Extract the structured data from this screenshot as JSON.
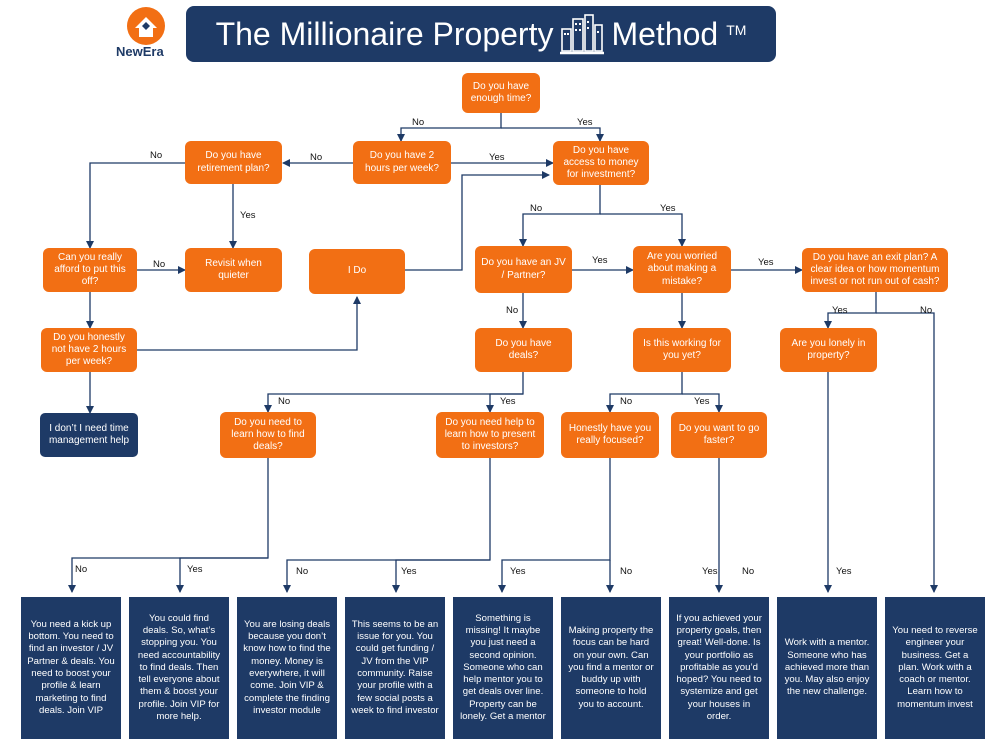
{
  "header": {
    "brand": "NewEra",
    "title_part1": "The Millionaire Property",
    "title_part2": "Method",
    "trademark": "TM",
    "brand_color": "#f26f14",
    "navy": "#1e3a66"
  },
  "nodes": {
    "enough_time": "Do you have enough time?",
    "two_hours": "Do you have 2 hours per week?",
    "retirement": "Do you have retirement plan?",
    "access_money": "Do you have access to money for investment?",
    "afford": "Can you really afford to put this off?",
    "revisit": "Revisit when quieter",
    "i_do": "I Do",
    "jv": "Do you have an JV / Partner?",
    "worried": "Are you worried about making a mistake?",
    "exit_plan": "Do you have an exit plan? A clear idea or how momentum invest or not run out of cash?",
    "honestly_2h": "Do you honestly not have 2 hours per week?",
    "deals": "Do you have deals?",
    "working": "Is this working for you yet?",
    "lonely": "Are you lonely in property?",
    "no_time": "I don’t I need time management help",
    "learn_find": "Do you need to learn how to find deals?",
    "learn_present": "Do you need help to learn how to present to investors?",
    "focused": "Honestly have you really focused?",
    "faster": "Do you want to go faster?"
  },
  "outcomes": [
    "You need a kick up bottom. You need to find an investor / JV Partner & deals. You need to boost your profile & learn marketing to find deals. Join VIP",
    "You could find deals. So, what’s stopping you. You need accountability to find deals. Then tell everyone about them & boost your profile. Join VIP for more help.",
    "You are losing deals because you don’t know how to find the money. Money is everywhere, it will come. Join VIP & complete the finding investor module",
    "This seems to be an issue for you. You could get funding / JV from the VIP community. Raise your profile with a few social posts a week to find investor",
    "Something is missing! It maybe you just need a second opinion. Someone who can help mentor you to get deals over line. Property can be lonely. Get a mentor",
    "Making property the focus can be hard on your own. Can you find a mentor or buddy up with someone to hold you to account.",
    "If you achieved your property goals, then great! Well-done. Is your portfolio as profitable as you’d hoped? You need to systemize and get your houses in order.",
    "Work with a mentor. Someone who has achieved more than you. May also enjoy the new challenge.",
    "You need to reverse engineer your business. Get a plan. Work with a coach or mentor. Learn how to momentum invest"
  ],
  "labels": {
    "yes": "Yes",
    "no": "No"
  }
}
